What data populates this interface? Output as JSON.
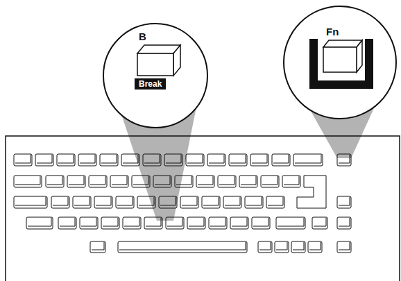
{
  "diagram": {
    "nodes": [
      {
        "text": [
          "B",
          "Break"
        ]
      },
      {
        "text": [
          "Fn"
        ]
      }
    ]
  }
}
